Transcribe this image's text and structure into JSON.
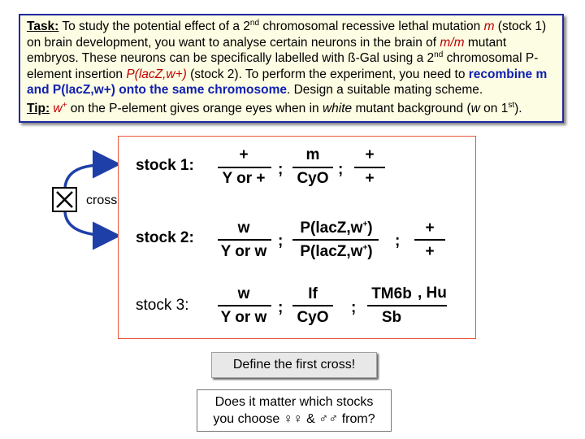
{
  "task": {
    "label": "Task:",
    "t1": " To study the potential effect of a 2",
    "nd": "nd",
    "t2": " chromosomal recessive lethal mutation ",
    "m": "m",
    "t3": " (stock 1) on brain development, you want to analyse certain neurons in the brain of ",
    "mm": "m/m",
    "t4": " mutant embryos. These neurons can be specifically labelled with ß-Gal using a 2",
    "nd2": "nd",
    "t5": " chromosomal P-element insertion ",
    "plac": "P(lacZ,w+)",
    "t6": " (stock 2). To perform the experiment, you need to ",
    "bold": "recombine m and P(lacZ,w+) onto the same chromosome",
    "t7": ". Design a suitable mating scheme."
  },
  "tip": {
    "label": "Tip:",
    "w": " w",
    "plus": "+",
    "t1": " on the P-element gives orange eyes when in ",
    "white": "white",
    "t2": " mutant background (",
    "w2": "w",
    "t3": " on 1",
    "st": "st",
    "t4": ")."
  },
  "cross": {
    "label": "cross"
  },
  "stocks": [
    {
      "label": "stock 1:",
      "x_top": "+",
      "x_bottom": "Y or +",
      "c2_top": "m",
      "c2_bottom": "CyO",
      "c3_top": "+",
      "c3_bottom": "+"
    },
    {
      "label": "stock 2:",
      "x_top": "w",
      "x_bottom": "Y or w",
      "c2_top_a": "P(lacZ,w",
      "c2_top_b": "+",
      "c2_top_c": ")",
      "c2_bottom_a": "P(lacZ,w",
      "c2_bottom_b": "+",
      "c2_bottom_c": ")",
      "c3_top": "+",
      "c3_bottom": "+"
    },
    {
      "label": "stock 3:",
      "x_top": "w",
      "x_bottom": "Y or w",
      "c2_top": "If",
      "c2_bottom": "CyO",
      "c3_top": "TM6b",
      "c3_extra": ", Hu",
      "c3_bottom": "Sb"
    }
  ],
  "separator": ";",
  "define_button": "Define the first cross!",
  "question": {
    "line1": "Does it matter which stocks",
    "line2": "you choose ♀♀ & ♂♂ from?"
  },
  "colors": {
    "border_blue": "#1f2aa0",
    "box_bg": "#fdfde3",
    "red": "#c00000",
    "stock_border": "#e8553a"
  }
}
